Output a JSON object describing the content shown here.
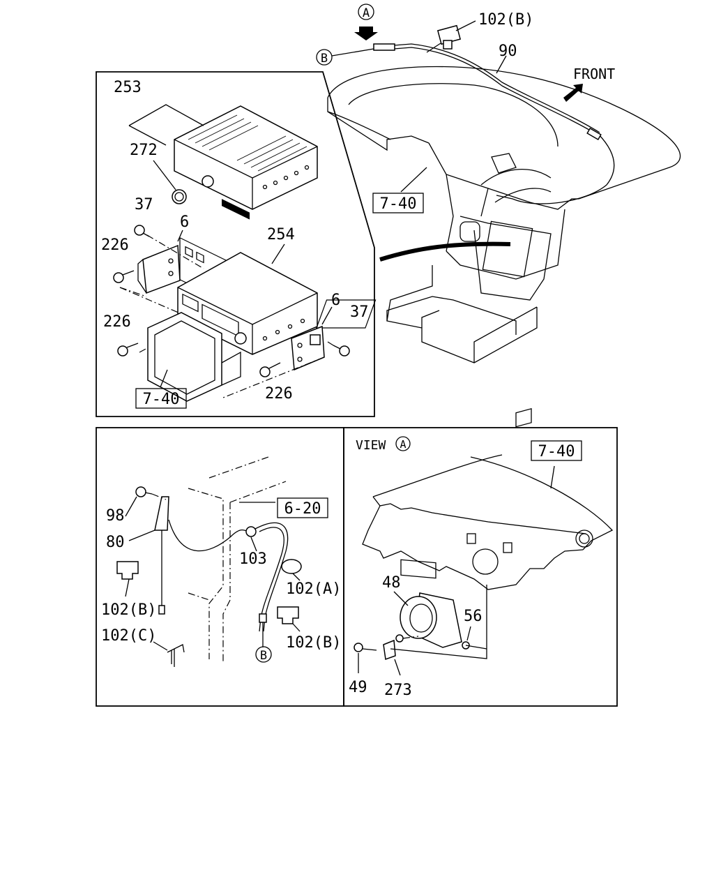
{
  "callouts": {
    "view_a_marker": "A",
    "conn_b_top": "B",
    "p102b_top": "102(B)",
    "p90": "90",
    "front": "FRONT",
    "p253": "253",
    "p272": "272",
    "p37_left": "37",
    "p6_left": "6",
    "p254": "254",
    "p226_a": "226",
    "p226_b": "226",
    "p6_right": "6",
    "p37_right": "37",
    "p226_c": "226",
    "p98": "98",
    "p80": "80",
    "p103": "103",
    "p102a": "102(A)",
    "p102b_left": "102(B)",
    "p102c": "102(C)",
    "p102b_right": "102(B)",
    "conn_b_bottom": "B",
    "view_label": "VIEW",
    "view_circle": "A",
    "p48": "48",
    "p56": "56",
    "p49": "49",
    "p273": "273"
  },
  "refs": {
    "dash_740": "7-40",
    "radio_740": "7-40",
    "antenna_620": "6-20",
    "speaker_740": "7-40"
  }
}
